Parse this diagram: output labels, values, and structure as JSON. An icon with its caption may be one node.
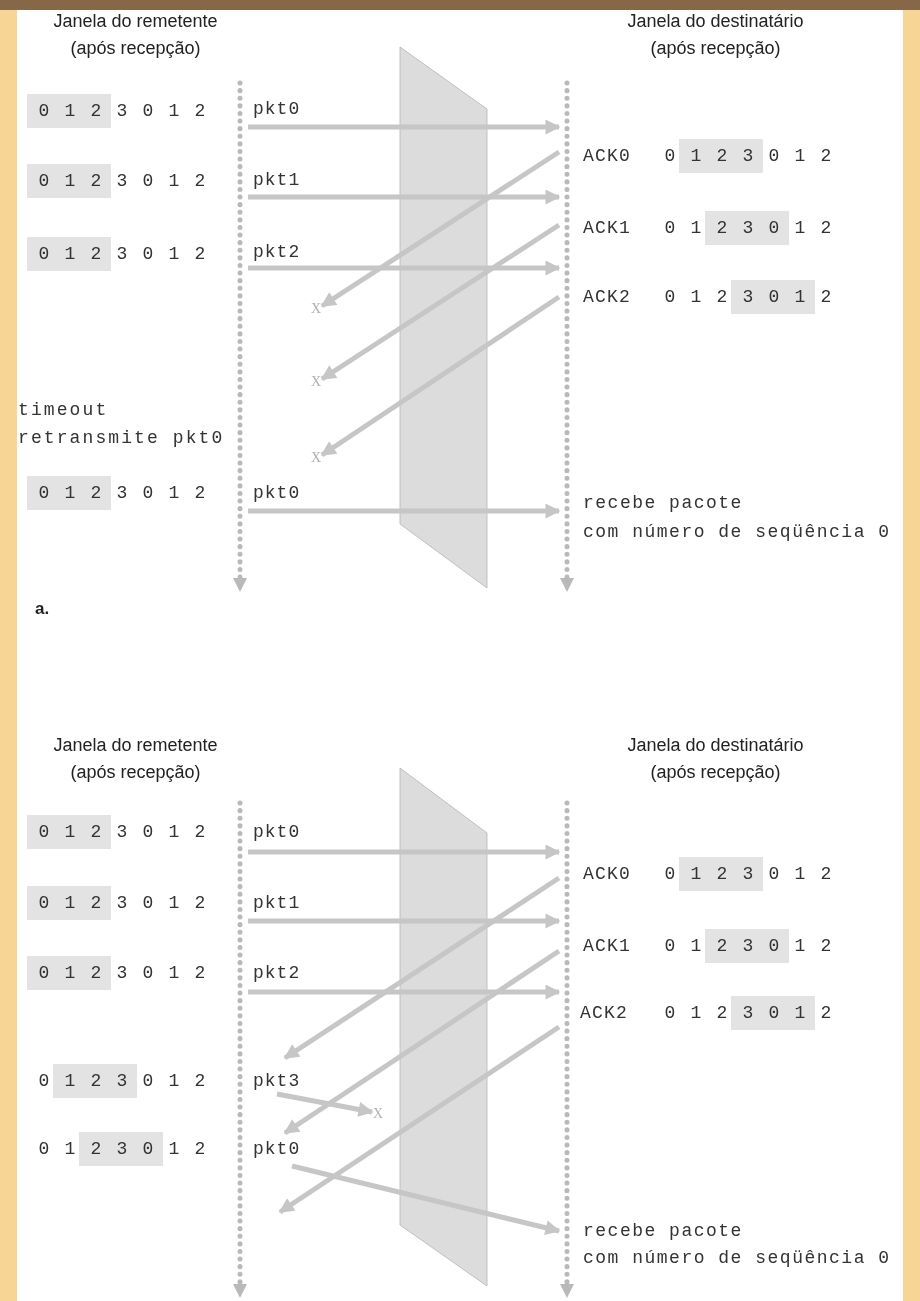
{
  "diagram": {
    "nodes": [
      {
        "text": [],
        "shape": "line"
      },
      {
        "text": [],
        "shape": "line"
      },
      {
        "text": [
          "0 1 2"
        ]
      },
      {
        "text": [
          "0 1 2"
        ]
      },
      {
        "text": [
          "0 1 2"
        ]
      },
      {
        "text": [
          "1 2 3"
        ]
      },
      {
        "text": [
          "2 3 0"
        ]
      },
      {
        "text": [
          "3 0 1"
        ]
      },
      {
        "text": [
          "X"
        ]
      },
      {
        "text": [
          "X"
        ]
      },
      {
        "text": [
          "X"
        ]
      },
      {
        "text": [
          "0 1 2"
        ]
      },
      {
        "text": [],
        "shape": "line"
      },
      {
        "text": [],
        "shape": "line"
      },
      {
        "text": [
          "0 1 2"
        ]
      },
      {
        "text": [
          "0 1 2"
        ]
      },
      {
        "text": [
          "0 1 2"
        ]
      },
      {
        "text": [
          "1 2 3"
        ]
      },
      {
        "text": [
          "2 3 0"
        ]
      },
      {
        "text": [
          "3 0 1"
        ]
      },
      {
        "text": [
          "1 2 3"
        ]
      },
      {
        "text": [
          "X"
        ]
      },
      {
        "text": [
          "2 3 0"
        ]
      }
    ],
    "edges": [
      {
        "from": 0,
        "to": 1,
        "arrow": "to",
        "label": "pkt0"
      },
      {
        "from": 0,
        "to": 1,
        "arrow": "to",
        "label": "pkt1"
      },
      {
        "from": 0,
        "to": 1,
        "arrow": "to",
        "label": "pkt2"
      },
      {
        "from": 1,
        "to": 8,
        "arrow": "to"
      },
      {
        "from": 1,
        "to": 9,
        "arrow": "to"
      },
      {
        "from": 1,
        "to": 10,
        "arrow": "to"
      },
      {
        "from": 0,
        "to": 1,
        "arrow": "to",
        "label": "pkt0"
      },
      {
        "from": 12,
        "to": 13,
        "arrow": "to",
        "label": "pkt0"
      },
      {
        "from": 12,
        "to": 13,
        "arrow": "to",
        "label": "pkt1"
      },
      {
        "from": 12,
        "to": 13,
        "arrow": "to",
        "label": "pkt2"
      },
      {
        "from": 13,
        "to": 12,
        "arrow": "to"
      },
      {
        "from": 13,
        "to": 12,
        "arrow": "to"
      },
      {
        "from": 13,
        "to": 12,
        "arrow": "to"
      },
      {
        "from": null,
        "to": 21,
        "arrow": "to",
        "label": "pkt3"
      },
      {
        "from": null,
        "to": 13,
        "arrow": "to",
        "label": "pkt0"
      }
    ],
    "labels": [
      "Janela do remetente (após recepção)",
      "Janela do destinatário (após recepção)",
      "3 0 1 2",
      "ACK0",
      "0",
      "0 1 2",
      "3 0 1 2",
      "ACK1",
      "0 1",
      "1 2",
      "3 0 1 2",
      "ACK2",
      "0 1 2",
      "2",
      "timeout retransmite pkt0",
      "3 0 1 2",
      "recebe pacote",
      "com número de seqüência 0",
      "a.",
      "Janela do remetente (após recepção)",
      "Janela do destinatário (após recepção)",
      "3 0 1 2",
      "ACK0",
      "0",
      "0 1 2",
      "3 0 1 2",
      "ACK1",
      "0 1",
      "1 2",
      "3 0 1 2",
      "ACK2",
      "0 1 2",
      "2",
      "0",
      "0 1 2",
      "0 1",
      "1 2",
      "recebe pacote",
      "com número de seqüência 0"
    ]
  }
}
